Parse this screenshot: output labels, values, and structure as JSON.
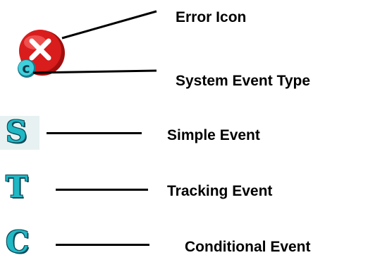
{
  "labels": {
    "error_icon": "Error Icon",
    "system_event_type": "System Event Type",
    "simple_event": "Simple Event",
    "tracking_event": "Tracking Event",
    "conditional_event": "Conditional Event"
  },
  "event_icons": {
    "simple": "S",
    "tracking": "T",
    "conditional": "C",
    "system_badge": "c"
  },
  "colors": {
    "error_red": "#d91c1c",
    "event_cyan": "#1fb8c4",
    "outline_dark": "#0a4a5a"
  }
}
